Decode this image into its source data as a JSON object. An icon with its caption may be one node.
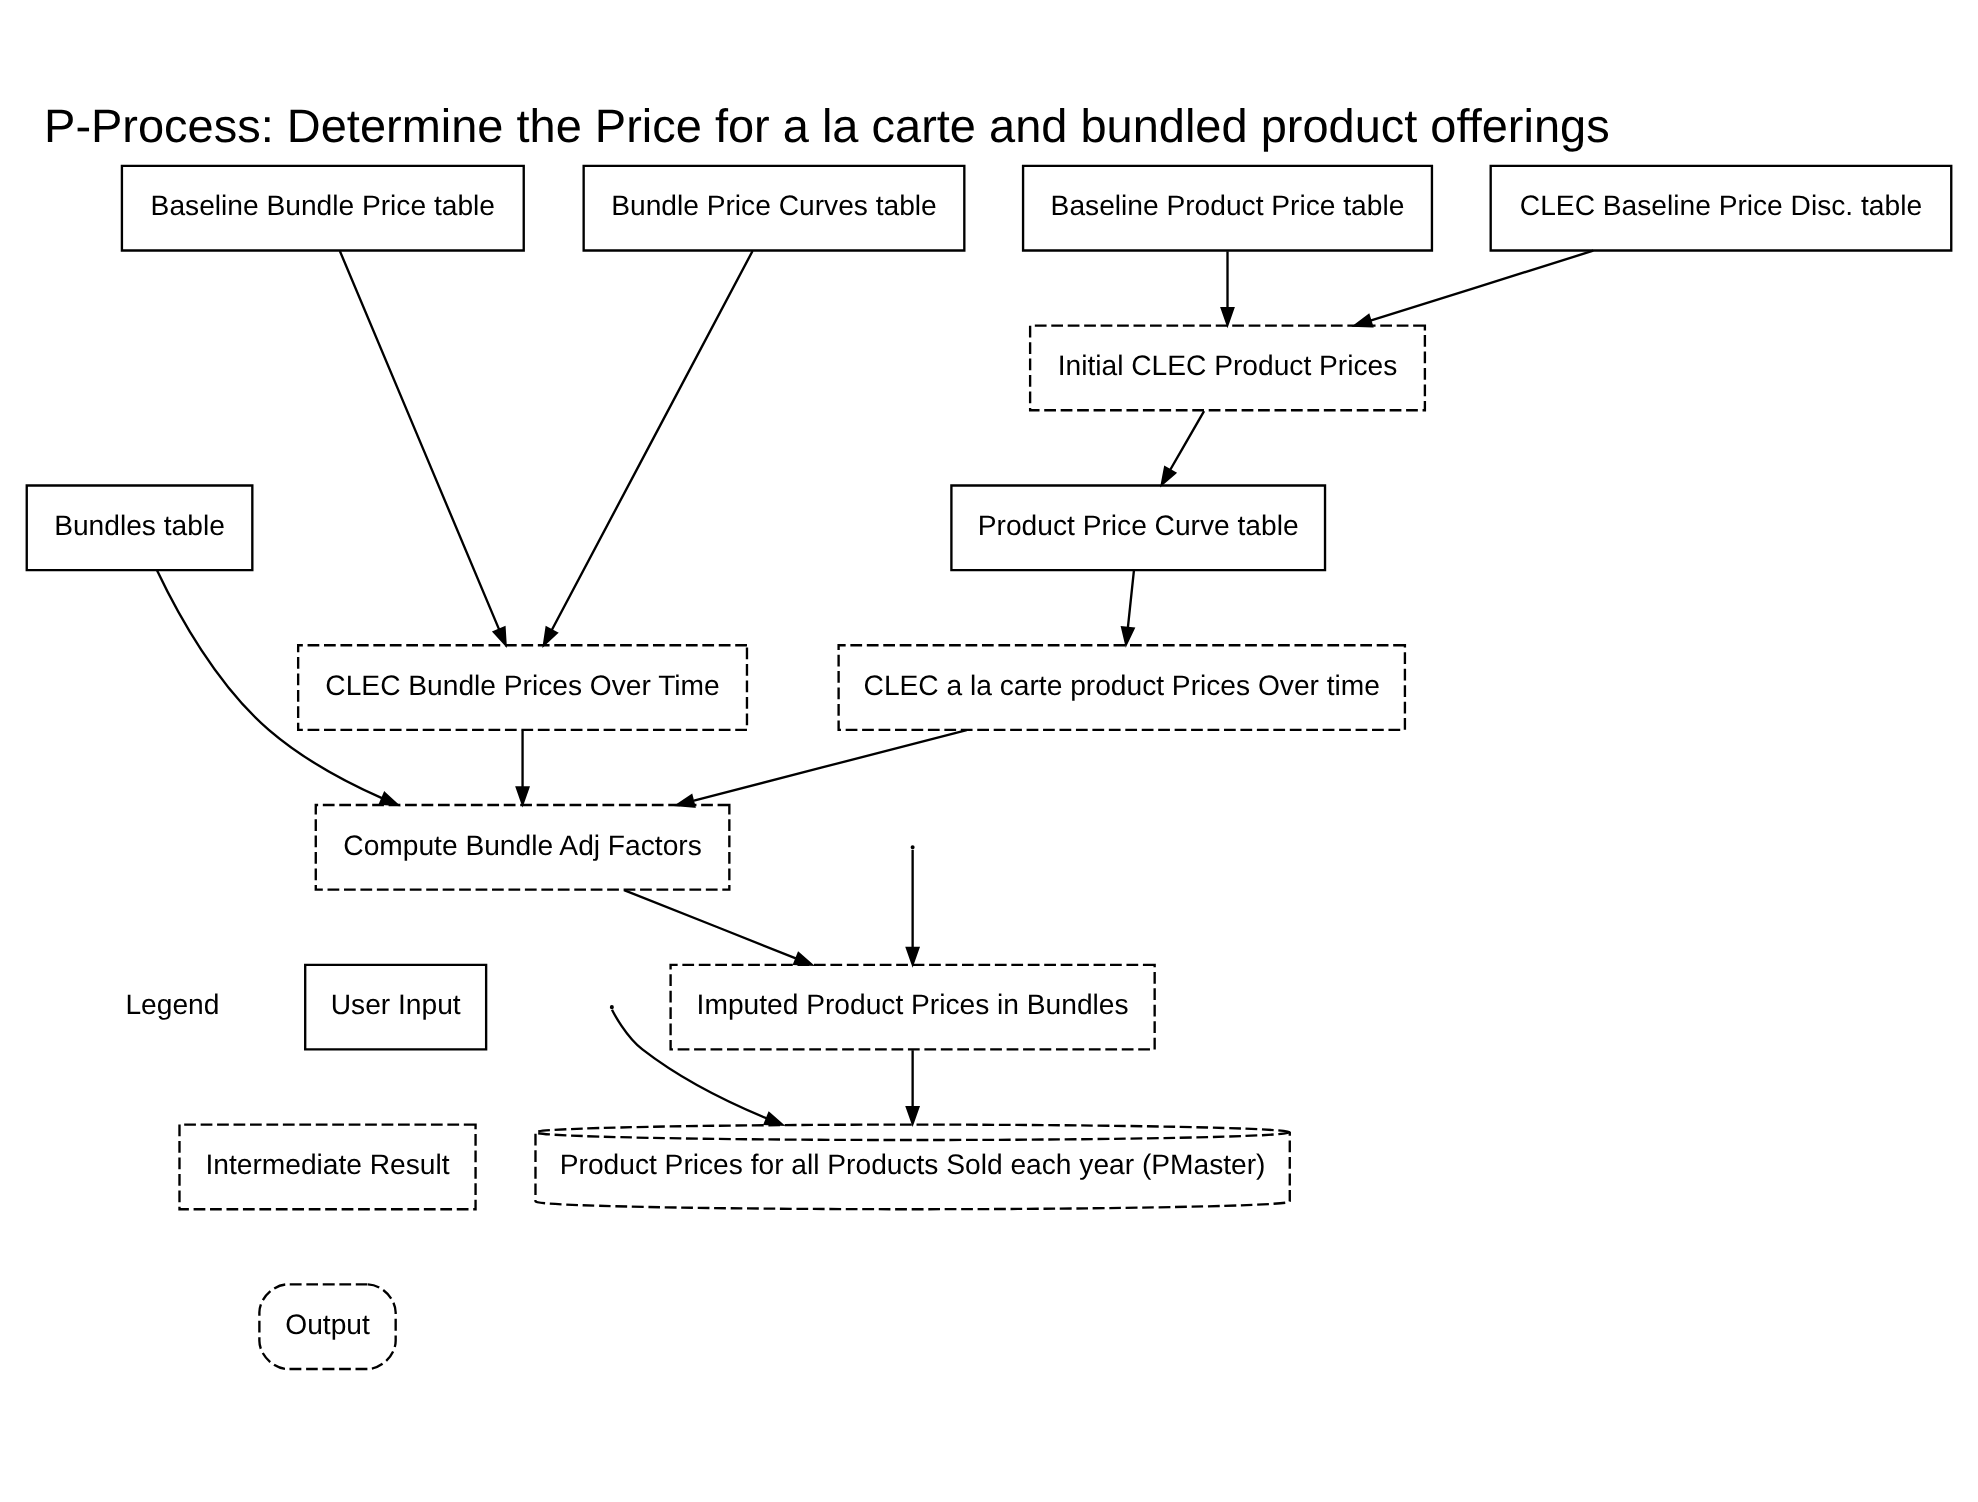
{
  "diagram": {
    "title": "P-Process: Determine the Price for a la carte and bundled product offerings",
    "nodes": [
      {
        "text": [
          "Bundle Price Curves table"
        ]
      },
      {
        "text": [
          "Baseline Bundle Price table"
        ]
      },
      {
        "text": [
          "Baseline Product Price table"
        ]
      },
      {
        "text": [
          "CLEC Baseline Price Disc. table"
        ]
      },
      {
        "text": [
          "Initial CLEC Product Prices"
        ]
      },
      {
        "text": [
          "Bundles table"
        ]
      },
      {
        "text": [
          "Product Price Curve table"
        ]
      },
      {
        "text": [
          "CLEC Bundle Prices Over Time"
        ]
      },
      {
        "text": [
          "CLEC a la carte product Prices Over time"
        ]
      },
      {
        "text": [
          "Compute Bundle Adj Factors"
        ]
      },
      {
        "text": [
          "Imputed Product Prices in Bundles"
        ]
      },
      {
        "text": [
          "Product Prices for all Products Sold each year (PMaster)"
        ]
      }
    ],
    "edges": [
      {
        "from": 0,
        "to": 7,
        "arrow": "to"
      },
      {
        "from": 1,
        "to": 7,
        "arrow": "to"
      },
      {
        "from": 2,
        "to": 4,
        "arrow": "to"
      },
      {
        "from": 3,
        "to": 4,
        "arrow": "to"
      },
      {
        "from": 4,
        "to": 6,
        "arrow": "to"
      },
      {
        "from": 6,
        "to": 8,
        "arrow": "to"
      },
      {
        "from": 5,
        "to": 9,
        "arrow": "to"
      },
      {
        "from": 7,
        "to": 9,
        "arrow": "to"
      },
      {
        "from": 8,
        "to": 9,
        "arrow": "to"
      },
      {
        "from": 9,
        "to": 10,
        "arrow": "to"
      },
      {
        "from": null,
        "to": 10,
        "arrow": "to"
      },
      {
        "from": 10,
        "to": 11,
        "arrow": "to"
      },
      {
        "from": null,
        "to": 11,
        "arrow": "to"
      }
    ],
    "labels": [
      "Legend"
    ],
    "legend": [
      {
        "text": "User Input"
      },
      {
        "text": "Intermediate Result"
      },
      {
        "text": "Output"
      }
    ]
  }
}
